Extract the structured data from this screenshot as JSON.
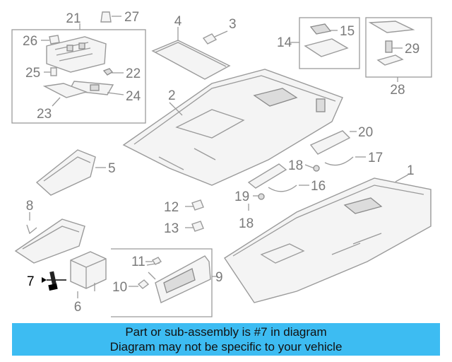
{
  "diagram": {
    "highlighted_part": "7",
    "callouts": {
      "c1": "1",
      "c2": "2",
      "c3": "3",
      "c4": "4",
      "c5": "5",
      "c6": "6",
      "c7": "7",
      "c8": "8",
      "c9": "9",
      "c10": "10",
      "c11": "11",
      "c12": "12",
      "c13": "13",
      "c14": "14",
      "c15": "15",
      "c16": "16",
      "c17": "17",
      "c18a": "18",
      "c18b": "18",
      "c19": "19",
      "c20": "20",
      "c21": "21",
      "c22": "22",
      "c23": "23",
      "c24": "24",
      "c25": "25",
      "c26": "26",
      "c27": "27",
      "c28": "28",
      "c29": "29"
    },
    "colors": {
      "line": "#9a9a9a",
      "highlight": "#000000",
      "banner": "#3dbcf2"
    }
  },
  "banner": {
    "line1": "Part or sub-assembly is #7 in diagram",
    "line2": "Diagram may not be specific to your vehicle"
  }
}
